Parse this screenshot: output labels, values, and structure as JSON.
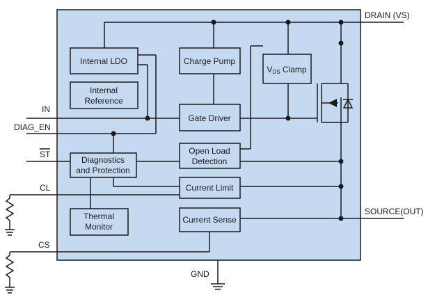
{
  "pins": {
    "drain": "DRAIN (VS)",
    "in": "IN",
    "diag_en": "DIAG_EN",
    "st": "ST",
    "cl": "CL",
    "cs": "CS",
    "source": "SOURCE(OUT)",
    "gnd": "GND"
  },
  "blocks": {
    "internal_ldo": [
      "Internal LDO"
    ],
    "internal_reference": [
      "Internal",
      "Reference"
    ],
    "charge_pump": [
      "Charge Pump"
    ],
    "vds_clamp": {
      "main": "V",
      "sub": "DS",
      "rest": " Clamp"
    },
    "gate_driver": [
      "Gate Driver"
    ],
    "diagnostics": [
      "Diagnostics",
      "and Protection"
    ],
    "open_load": [
      "Open Load",
      "Detection"
    ],
    "current_limit": [
      "Current Limit"
    ],
    "thermal_monitor": [
      "Thermal",
      "Monitor"
    ],
    "current_sense": [
      "Current Sense"
    ]
  },
  "colors": {
    "chip_fill": "#c5d9f1",
    "wire": "#1a1a1a"
  }
}
